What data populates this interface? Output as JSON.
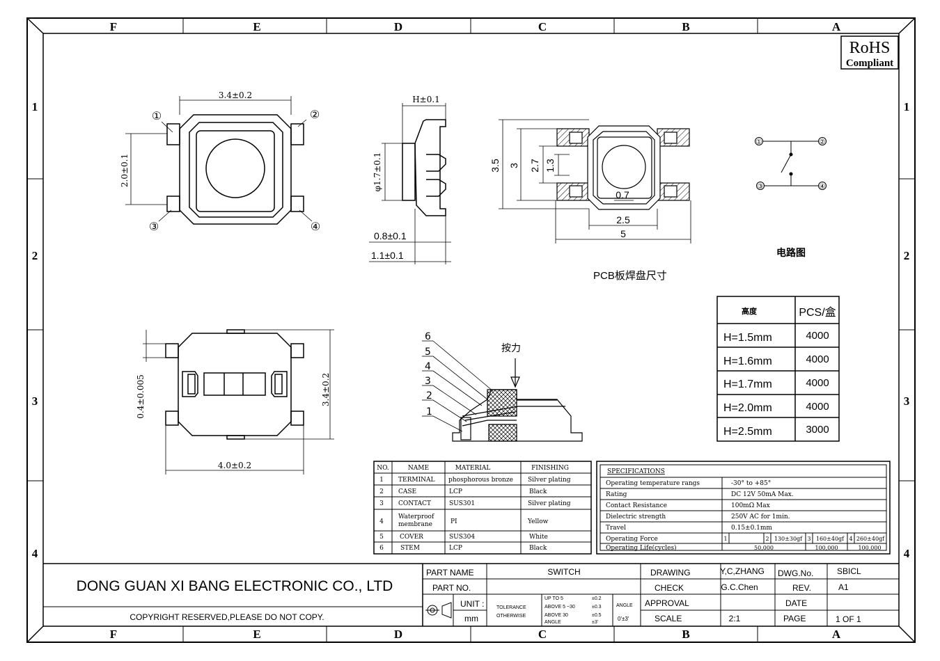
{
  "border": {
    "cols": [
      "F",
      "E",
      "D",
      "C",
      "B",
      "A"
    ],
    "rows": [
      "1",
      "2",
      "3",
      "4"
    ]
  },
  "rohs": {
    "line1": "RoHS",
    "line2": "Compliant"
  },
  "dims": {
    "top_width": "3.4±0.2",
    "top_height": "2.0±0.1",
    "pin1": "①",
    "pin2": "②",
    "pin3": "③",
    "pin4": "④",
    "side_h": "H±0.1",
    "side_dia": "φ1.7±0.1",
    "side_08": "0.8±0.1",
    "side_11": "1.1±0.1",
    "pcb_35": "3.5",
    "pcb_3": "3",
    "pcb_27": "2.7",
    "pcb_13": "1.3",
    "pcb_07": "0.7",
    "pcb_25": "2.5",
    "pcb_5": "5",
    "pcb_label": "PCB板焊盘尺寸",
    "bottom_04": "0.4±0.005",
    "bottom_34": "3.4±0.2",
    "bottom_40": "4.0±0.2",
    "circuit_label": "电路图",
    "force_label": "按力",
    "callouts": [
      "6",
      "5",
      "4",
      "3",
      "2",
      "1"
    ]
  },
  "qty_table": {
    "headers": [
      "高度",
      "PCS/盒"
    ],
    "rows": [
      [
        "H=1.5mm",
        "4000"
      ],
      [
        "H=1.6mm",
        "4000"
      ],
      [
        "H=1.7mm",
        "4000"
      ],
      [
        "H=2.0mm",
        "4000"
      ],
      [
        "H=2.5mm",
        "3000"
      ]
    ]
  },
  "bom": {
    "headers": [
      "NO.",
      "NAME",
      "MATERIAL",
      "FINISHING"
    ],
    "rows": [
      [
        "1",
        "TERMINAL",
        "phosphorous bronze",
        "Silver plating"
      ],
      [
        "2",
        "CASE",
        "LCP",
        "Black"
      ],
      [
        "3",
        "CONTACT",
        "SUS301",
        "Silver plating"
      ],
      [
        "4",
        "Waterproof membrane",
        "PI",
        "Yellow"
      ],
      [
        "5",
        "COVER",
        "SUS304",
        "White"
      ],
      [
        "6",
        "STEM",
        "LCP",
        "Black"
      ]
    ]
  },
  "specs": {
    "title": "SPECIFICATIONS",
    "rows": [
      [
        "Operating temperature rangs",
        "-30° to +85°"
      ],
      [
        "Rating",
        "DC 12V 50mA Max."
      ],
      [
        "Contact Resistance",
        "100mΩ Max"
      ],
      [
        "Dielectric strength",
        "250V AC for 1min."
      ],
      [
        "Travel",
        "0.15±0.1mm"
      ]
    ],
    "force_label": "Operating Force",
    "force_cells": [
      "1",
      "",
      "2",
      "130±30gf",
      "3",
      "160±40gf",
      "4",
      "260±40gf"
    ],
    "life_label": "Operating Life(cycles)",
    "life_cells": [
      "50,000",
      "100,000",
      "100,000"
    ]
  },
  "title_block": {
    "company": "DONG GUAN XI BANG ELECTRONIC CO., LTD",
    "copyright": "COPYRIGHT RESERVED,PLEASE DO NOT COPY.",
    "part_name_label": "PART NAME",
    "part_name": "SWITCH",
    "part_no_label": "PART NO.",
    "unit_label": "UNIT :",
    "unit": "mm",
    "tol_label1": "TOLERANCE",
    "tol_label2": "OTHERWISE",
    "tol_r1": "UP TO 5",
    "tol_v1": "±0.2",
    "tol_r2": "ABOVE 5 ~30",
    "tol_v2": "±0.3",
    "tol_r3": "ABOVE 30",
    "tol_v3": "±0.5",
    "tol_r4": "ANGLE",
    "tol_v4": "±3'",
    "angle_label": "ANGLE",
    "angle_val": "0'±3'",
    "drawing_label": "DRAWING",
    "drawing": "Y,C,ZHANG",
    "check_label": "CHECK",
    "check": "G.C.Chen",
    "approval_label": "APPROVAL",
    "scale_label": "SCALE",
    "scale": "2:1",
    "dwg_label": "DWG.No.",
    "dwg": "SBICL",
    "rev_label": "REV.",
    "rev": "A1",
    "date_label": "DATE",
    "page_label": "PAGE",
    "page": "1 OF 1"
  }
}
